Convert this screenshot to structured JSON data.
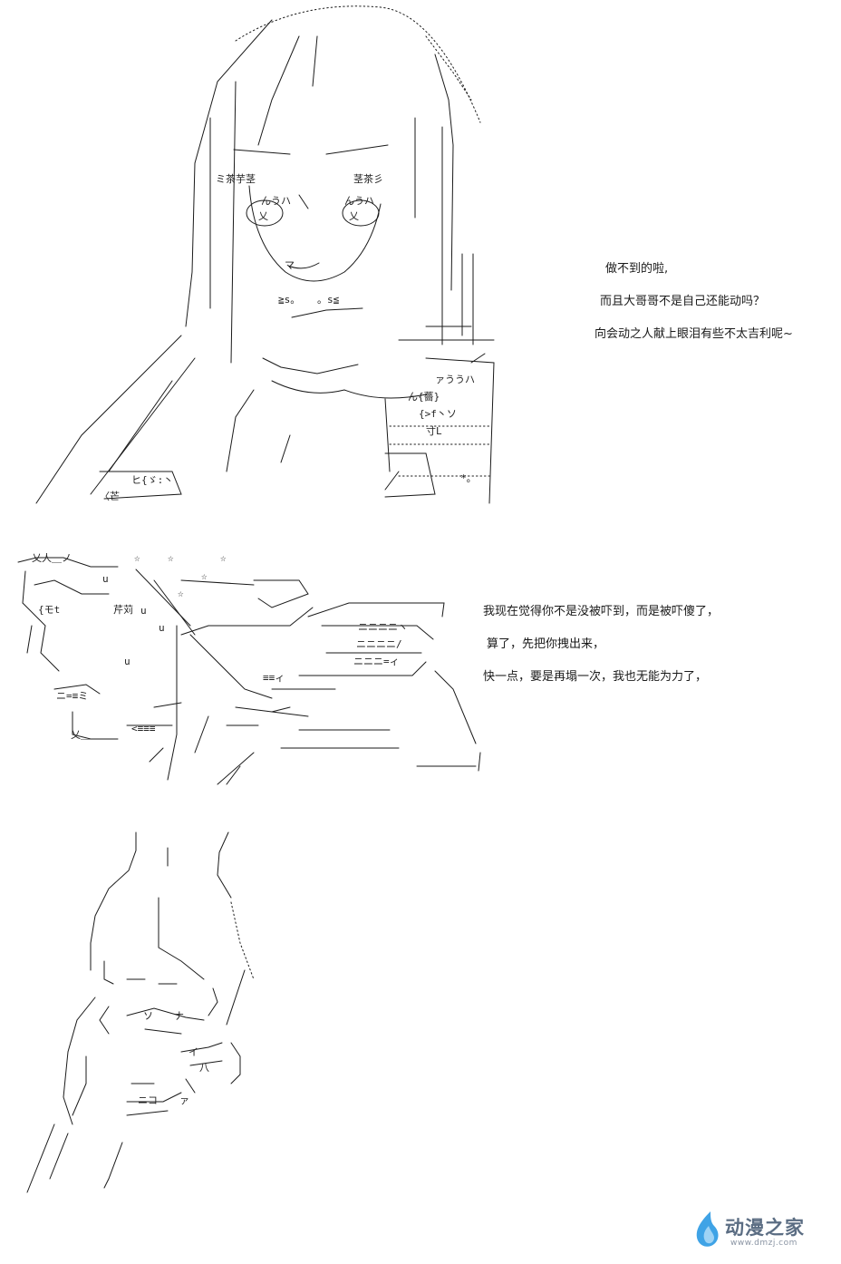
{
  "panels": [
    {
      "art_labels": [
        "ミ茶芋茎",
        "茎茶彡",
        "んうハ",
        "んうハ",
        "乂",
        "乂",
        "マ",
        "≧s。",
        "。s≦",
        "ァううハ",
        "ん{薔}",
        "{>f丶ソ",
        "寸L",
        "*。",
        "ヒ{ゞ:丶",
        "〈芒"
      ],
      "dialogue": [
        "做不到的啦,",
        "而且大哥哥不是自己还能动吗？",
        "向会动之人献上眼泪有些不太吉利呢~"
      ]
    },
    {
      "art_labels": [
        "乂人＿ノ",
        "☆",
        "☆",
        "☆",
        "☆",
        "☆",
        "u",
        "u",
        "u",
        "u",
        "芹苅",
        "{モt",
        "≡≡ィ",
        "ニニニニヽ",
        "ニニニニ/",
        "ニニニ=ィ",
        "ニ=≡ミ",
        "<≡≡≡",
        "乂＿"
      ],
      "dialogue": [
        "我现在觉得你不是没被吓到，而是被吓傻了，",
        "算了，先把你拽出来，",
        "快一点，要是再塌一次，我也无能为力了，"
      ]
    },
    {
      "art_labels": [
        "ソ",
        "ナ",
        "イ",
        "八",
        "ニコ",
        "ァ"
      ],
      "dialogue": []
    }
  ],
  "watermark": {
    "title": "动漫之家",
    "url": "www.dmzj.com",
    "logo_color": "#3fa3e6",
    "text_color": "#5b6d83"
  }
}
